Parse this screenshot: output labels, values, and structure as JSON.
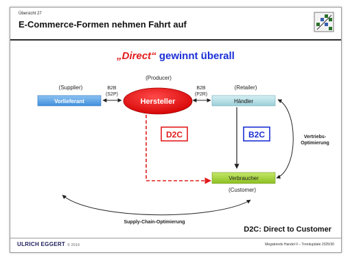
{
  "header": {
    "kicker": "Übersicht 27",
    "title": "E-Commerce-Formen nehmen Fahrt auf"
  },
  "headline": {
    "accent": "„Direct“",
    "rest": " gewinnt überall"
  },
  "diagram": {
    "nodes": {
      "supplier_en": "(Supplier)",
      "supplier": "Vorlieferant",
      "producer_en": "(Producer)",
      "producer": "Hersteller",
      "retailer_en": "(Retailer)",
      "retailer": "Händler",
      "consumer": "Verbraucher",
      "customer_en": "(Customer)"
    },
    "edges": {
      "b2b_left_1": "B2B",
      "b2b_left_2": "(S2P)",
      "b2b_right_1": "B2B",
      "b2b_right_2": "(P2R)",
      "d2c": "D2C",
      "b2c": "B2C",
      "vertrieb_1": "Vertriebs-",
      "vertrieb_2": "Optimierung",
      "supply_chain": "Supply-Chain-Optimierung"
    },
    "legend": "D2C: Direct to Customer"
  },
  "footer": {
    "brand": "ULRICH EGGERT",
    "brand_suffix": "© 2019",
    "right": "Megatrends Handel II – Trendupdate 2025/30"
  },
  "colors": {
    "red": "#e21b1b",
    "blue": "#1a2fd6",
    "green": "#a6d43a",
    "supplier_blue": "#5ba3e6",
    "retailer_teal": "#b8e0e6"
  }
}
